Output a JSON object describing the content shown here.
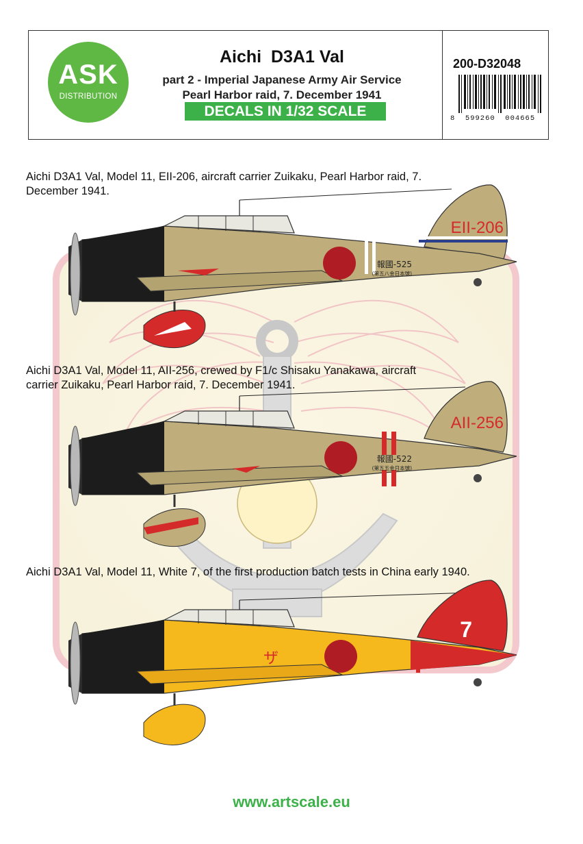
{
  "header": {
    "logo_main": "ASK",
    "logo_sub": "DISTRIBUTION",
    "title": "Aichi  D3A1 Val",
    "subtitle_1": "part 2 - Imperial Japanese Army Air Service",
    "subtitle_2": "Pearl Harbor raid, 7. December 1941",
    "scale_banner": "DECALS IN 1/32 SCALE",
    "product_code": "200-D32048",
    "barcode_digits": "8  599260  004665"
  },
  "profiles": [
    {
      "caption": "Aichi D3A1 Val, Model 11, EII-206, aircraft carrier Zuikaku, Pearl Harbor raid, 7. December 1941.",
      "tail_code": "EII-206",
      "fuselage_text": "報國-525",
      "fuselage_subtext": "(第五八金日本號)",
      "fuselage_color": "#bfae7c",
      "tail_color": "#bfae7c",
      "code_color": "#d52a2a"
    },
    {
      "caption": "Aichi D3A1 Val, Model 11, AII-256, crewed by F1/c Shisaku Yanakawa, aircraft carrier Zuikaku, Pearl Harbor raid, 7. December 1941.",
      "tail_code": "AII-256",
      "fuselage_text": "報國-522",
      "fuselage_subtext": "(第五五金日本號)",
      "fuselage_color": "#bfae7c",
      "tail_color": "#bfae7c",
      "code_color": "#d52a2a"
    },
    {
      "caption": "Aichi D3A1 Val, Model 11, White 7, of the first production batch tests in China early 1940.",
      "tail_code": "7",
      "fuselage_text": "ザ",
      "fuselage_subtext": "",
      "fuselage_color": "#f5b91e",
      "tail_color": "#d52a2a",
      "code_color": "#ffffff"
    }
  ],
  "footer": {
    "url": "www.artscale.eu"
  },
  "colors": {
    "brand_green": "#3db149",
    "hinomaru": "#b01c23",
    "cowling": "#1c1c1c"
  }
}
